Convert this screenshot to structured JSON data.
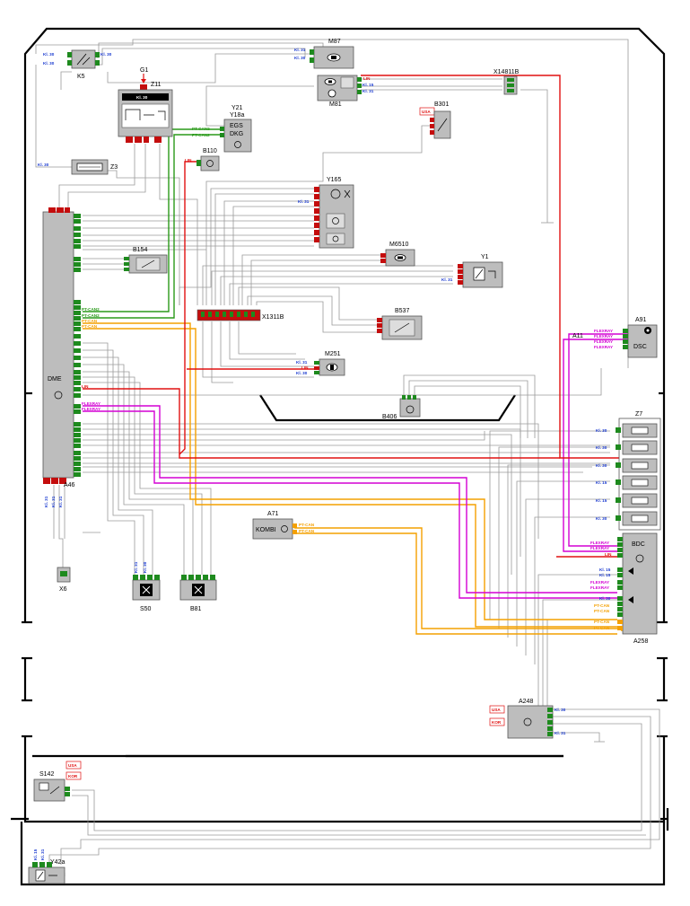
{
  "colors": {
    "wire": "#9a9a9a",
    "red": "#e01010",
    "green": "#2a9a1a",
    "orange": "#f4a000",
    "magenta": "#d400d4",
    "blue": "#1a3ad0",
    "module": "#bdbdbd",
    "pin_green": "#1e8a1e",
    "pin_red": "#c40d0d"
  },
  "components": {
    "k5": "K5",
    "m87": "M87",
    "m81": "M81",
    "x14811b": "X14811B",
    "g1": "G1",
    "z11": "Z11",
    "y21": "Y21",
    "y18a": "Y18a",
    "egs": "EGS",
    "dkg": "DKG",
    "b301": "B301",
    "z3": "Z3",
    "b110": "B110",
    "y165": "Y165",
    "dme": "DME",
    "a46": "A46",
    "b154": "B154",
    "m6510": "M6510",
    "y1": "Y1",
    "x1311b": "X1311B",
    "b537": "B537",
    "a91": "A91",
    "a11": "A11",
    "dsc": "DSC",
    "m251": "M251",
    "b406": "B406",
    "z7": "Z7",
    "x6": "X6",
    "s50": "S50",
    "b81": "B81",
    "a71": "A71",
    "kombi": "KOMBI",
    "bdc": "BDC",
    "a258": "A258",
    "a248": "A248",
    "s142": "S142",
    "y42a": "Y42a"
  },
  "signals": {
    "kl30": "Kl. 30",
    "kl31": "Kl. 31",
    "kl15": "Kl. 15",
    "lin": "LIN",
    "ptcan": "PT-CAN",
    "ptcan2": "PT-CAN2",
    "flexray": "FLEXRAY",
    "usa": "USA",
    "kor": "KOR"
  }
}
